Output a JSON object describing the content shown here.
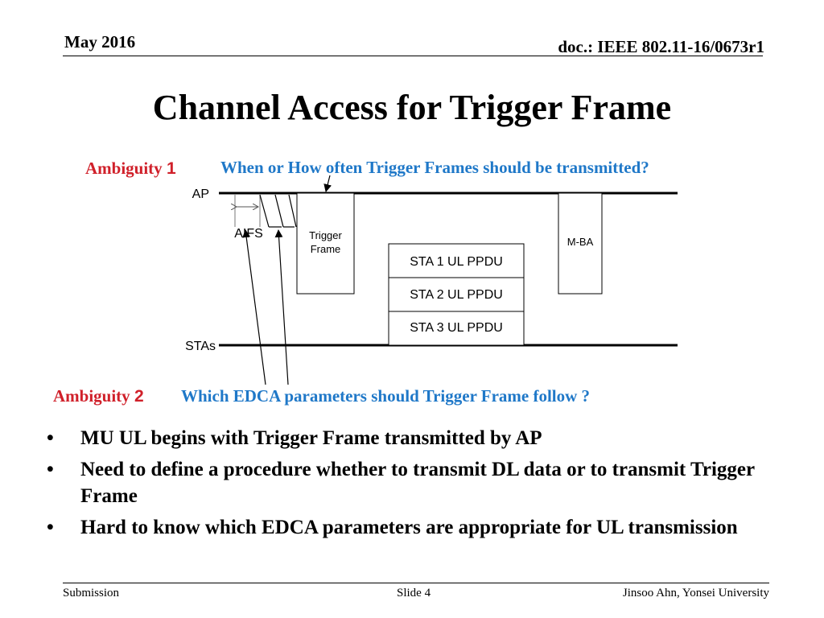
{
  "header": {
    "date": "May 2016",
    "doc": "doc.: IEEE 802.11-16/0673r1"
  },
  "title": "Channel Access for Trigger Frame",
  "ambiguity1": {
    "label": "Ambiguity ",
    "num": "1",
    "question": "When or How often Trigger Frames should be transmitted?"
  },
  "ambiguity2": {
    "label": "Ambiguity ",
    "num": "2",
    "question": "Which EDCA parameters should Trigger Frame follow ?"
  },
  "diagram": {
    "ap_label": "AP",
    "stas_label": "STAs",
    "aifs_label": "AIFS",
    "trigger_line1": "Trigger",
    "trigger_line2": "Frame",
    "mba_label": "M-BA",
    "sta1": "STA 1 UL PPDU",
    "sta2": "STA 2 UL PPDU",
    "sta3": "STA 3 UL PPDU"
  },
  "bullets": [
    {
      "mark": "•",
      "text": "MU UL begins with Trigger Frame transmitted by AP"
    },
    {
      "mark": "•",
      "text": "Need to define a procedure whether to transmit DL data or to transmit Trigger Frame"
    },
    {
      "mark": "•",
      "text": "Hard to know which EDCA parameters are appropriate for UL transmission"
    }
  ],
  "footer": {
    "left": "Submission",
    "center": "Slide 4",
    "right": "Jinsoo Ahn, Yonsei University"
  }
}
